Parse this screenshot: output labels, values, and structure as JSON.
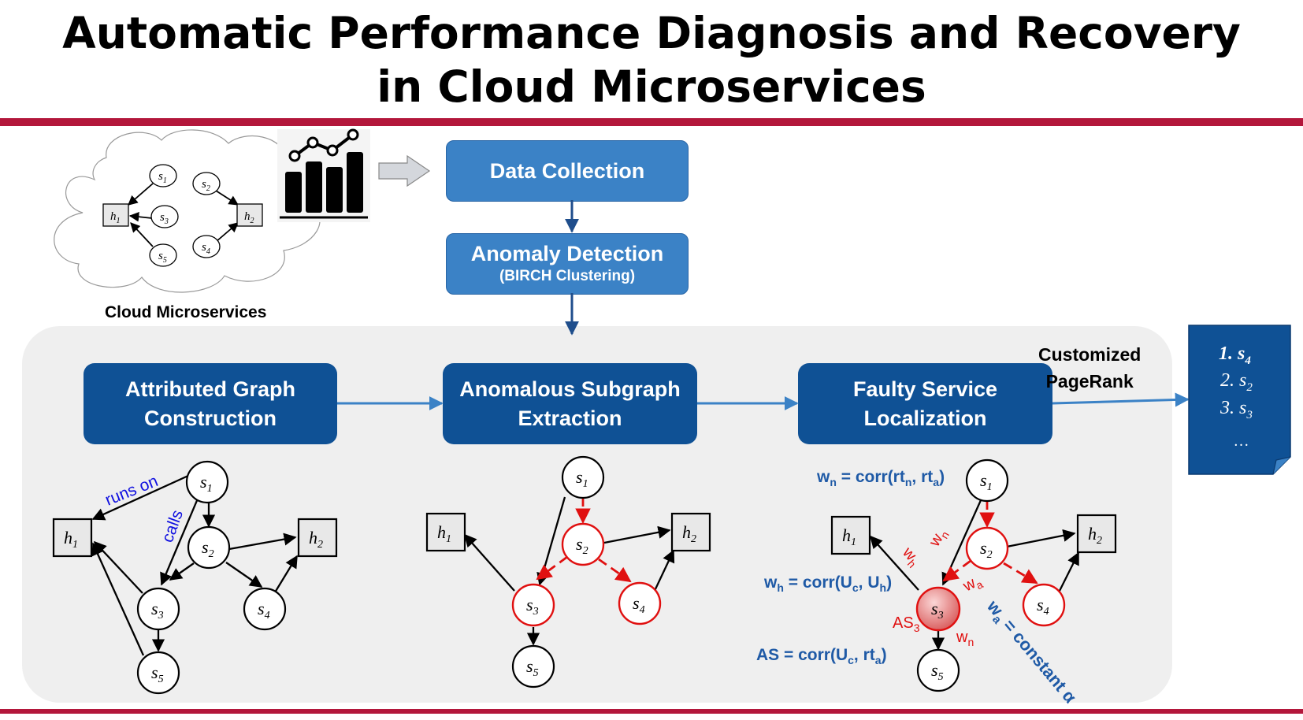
{
  "title": {
    "line1": "Automatic Performance Diagnosis and Recovery",
    "line2": "in Cloud Microservices"
  },
  "colors": {
    "rule": "#b3173b",
    "panel": "#efefef",
    "box_light": "#3b82c6",
    "box_dark": "#0f5195",
    "arrow": "#1f4e8c",
    "flow_arrow": "#3b82c6",
    "anomaly": "#e01010",
    "formula": "#1f5aa6",
    "label_blue": "#1010e0"
  },
  "cloud": {
    "label": "Cloud Microservices",
    "nodes": {
      "s1": "s",
      "s2": "s",
      "s3": "s",
      "s4": "s",
      "s5": "s",
      "h1": "h",
      "h2": "h"
    },
    "subs": {
      "s1": "1",
      "s2": "2",
      "s3": "3",
      "s4": "4",
      "s5": "5",
      "h1": "1",
      "h2": "2"
    },
    "chart_icon": "bar-line-chart-icon"
  },
  "pipeline": {
    "data_collection": "Data Collection",
    "anomaly_detection": "Anomaly Detection",
    "anomaly_detection_sub": "(BIRCH Clustering)",
    "graph_construction_line1": "Attributed Graph",
    "graph_construction_line2": "Construction",
    "subgraph_line1": "Anomalous Subgraph",
    "subgraph_line2": "Extraction",
    "localization_line1": "Faulty Service",
    "localization_line2": "Localization",
    "pagerank_line1": "Customized",
    "pagerank_line2": "PageRank"
  },
  "ranking": {
    "item1": "1. s",
    "item1_sub": "4",
    "item2": "2. s",
    "item2_sub": "2",
    "item3": "3. s",
    "item3_sub": "3",
    "more": "…"
  },
  "graph1": {
    "runs_on": "runs on",
    "calls": "calls"
  },
  "graph3": {
    "wn_formula": "w",
    "wn_sub": "n",
    "wn_rhs": " = corr(rt",
    "wn_rhs_sub1": "n",
    "wn_rhs_mid": ", rt",
    "wn_rhs_sub2": "a",
    "wn_rhs_end": ")",
    "wh_formula": "w",
    "wh_sub": "h",
    "wh_rhs": " =  corr(U",
    "wh_rhs_sub1": "c",
    "wh_rhs_mid": ", U",
    "wh_rhs_sub2": "h",
    "wh_rhs_end": ")",
    "as_formula": "AS  =  corr(U",
    "as_sub1": "c",
    "as_mid": ", rt",
    "as_sub2": "a",
    "as_end": ")",
    "wa_label": "w",
    "wa_sub": "a",
    "wa_rhs": " = constant α",
    "edge_wn": "w",
    "edge_wn_sub": "n",
    "edge_wh": "w",
    "edge_wh_sub": "h",
    "edge_wa": "w",
    "edge_wa_sub": "a",
    "as3": "AS",
    "as3_sub": "3"
  }
}
